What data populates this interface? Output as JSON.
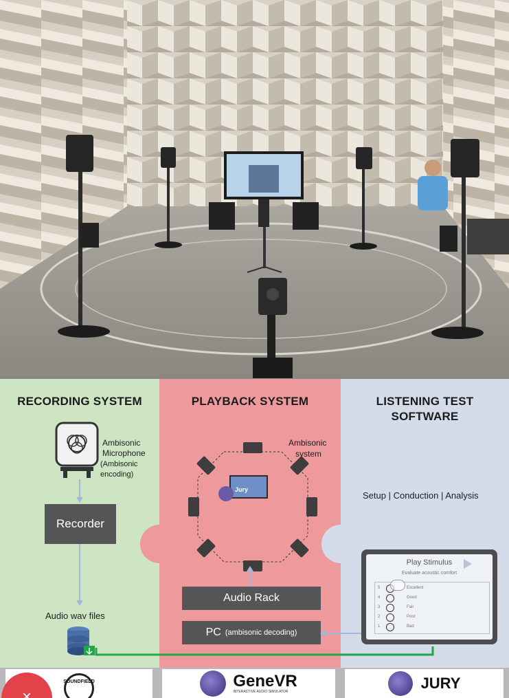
{
  "sections": {
    "recording": {
      "title": "RECORDING SYSTEM",
      "mic_label_line1": "Ambisonic",
      "mic_label_line2": "Microphone",
      "mic_label_line3": "(Ambisonic encoding)",
      "recorder": "Recorder",
      "files": "Audio wav files"
    },
    "playback": {
      "title": "PLAYBACK SYSTEM",
      "ambisonic_line1": "Ambisonic",
      "ambisonic_line2": "system",
      "screen_label": "Jury",
      "audio_rack": "Audio Rack",
      "pc_main": "PC",
      "pc_sub": "(ambisonic decoding)"
    },
    "test": {
      "title_line1": "LISTENING TEST",
      "title_line2": "SOFTWARE",
      "phases": "Setup | Conduction | Analysis",
      "app_title": "Play Stimulus",
      "app_subtitle": "Evaluate acoustic comfort",
      "options": [
        {
          "num": "5",
          "label": "Excellent"
        },
        {
          "num": "4",
          "label": "Good"
        },
        {
          "num": "3",
          "label": "Fair"
        },
        {
          "num": "2",
          "label": "Poor"
        },
        {
          "num": "1",
          "label": "Bad"
        }
      ]
    }
  },
  "logos": {
    "soundfield": "SOUNDFIELD",
    "genevr": "GeneVR",
    "genevr_tagline": "INTERACTIVE AUDIO SIMULATOR",
    "jury": "JURY"
  },
  "colors": {
    "recording_bg": "#cde5c2",
    "playback_bg": "#ee9a9c",
    "test_bg": "#d4dbe9",
    "connector": "#22a64a",
    "arrow": "#9fb9dd"
  },
  "close_fab": {
    "icon": "close-icon",
    "glyph": "×"
  }
}
